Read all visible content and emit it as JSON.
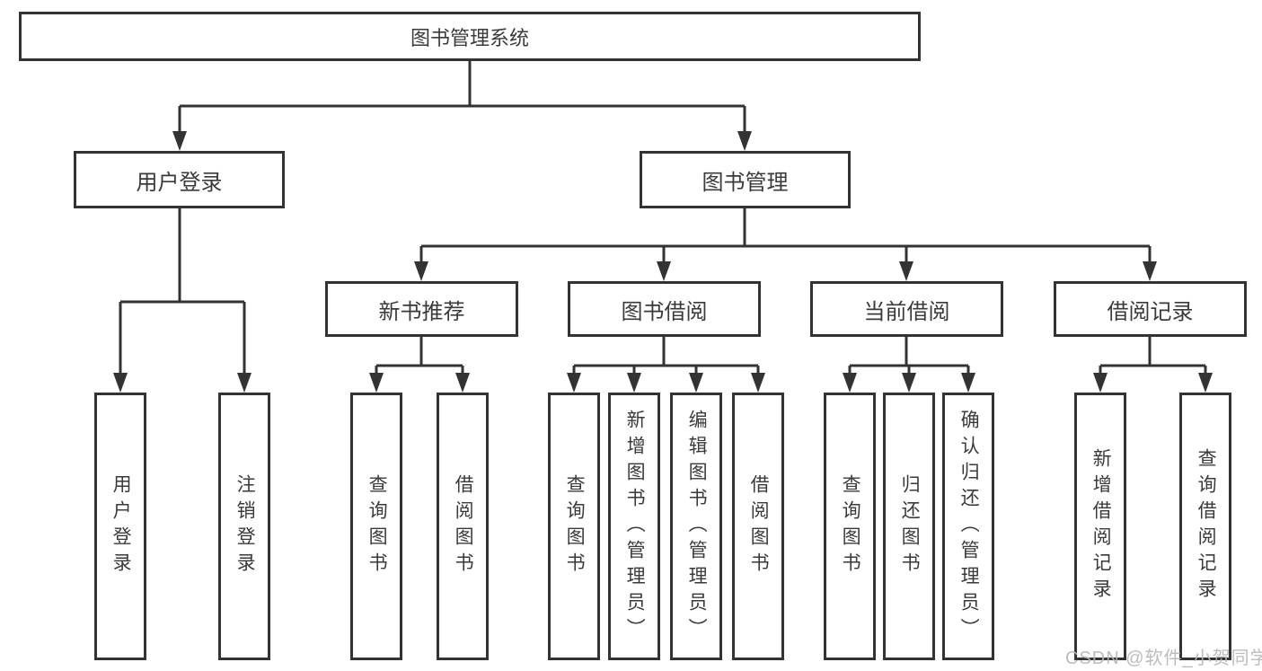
{
  "diagram": {
    "root": "图书管理系统",
    "level2": [
      {
        "label": "用户登录"
      },
      {
        "label": "图书管理"
      }
    ],
    "level3": [
      {
        "label": "新书推荐"
      },
      {
        "label": "图书借阅"
      },
      {
        "label": "当前借阅"
      },
      {
        "label": "借阅记录"
      }
    ],
    "leaves": {
      "user_login": [
        "用户登录",
        "注销登录"
      ],
      "new_book": [
        "查询图书",
        "借阅图书"
      ],
      "book_borrow": [
        "查询图书",
        "新增图书（管理员）",
        "编辑图书（管理员）",
        "借阅图书"
      ],
      "current_borrow": [
        "查询图书",
        "归还图书",
        "确认归还（管理员）"
      ],
      "borrow_record": [
        "新增借阅记录",
        "查询借阅记录"
      ]
    },
    "watermark": "CSDN @软件_小贺同学",
    "colors": {
      "line": "#333333",
      "text": "#3a3a3a",
      "box_background": "#ffffff",
      "page_background": "#ffffff",
      "watermark": "#b6b6b6"
    }
  }
}
